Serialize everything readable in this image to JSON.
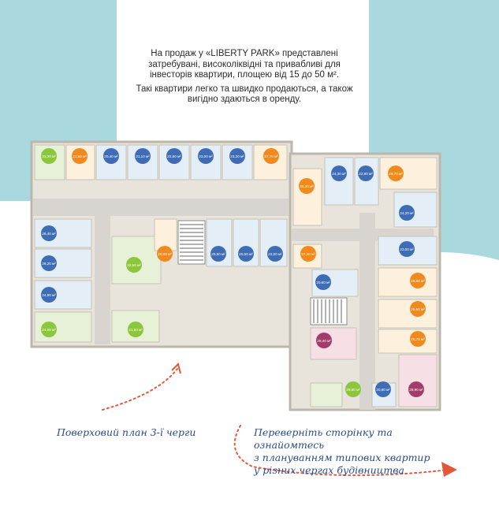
{
  "intro": {
    "line1": "На продаж у «LIBERTY PARK» представлені затребувані, високоліквідні та привабливі для інвесторів квартири, площею від 15 до 50 м².",
    "line2": "Такі квартири легко та швидко продаються, а також вигідно здаються в оренду."
  },
  "caption_left": "Поверховий план 3-ї черги",
  "caption_right": {
    "line1": "Переверніть сторінку та ознайомтесь",
    "line2": "з плануванням типових квартир",
    "line3": "у різних чергах будівництва"
  },
  "colors": {
    "band": "#a9d8de",
    "wall": "#cfc9bf",
    "corridor": "#d8d5d0",
    "green": "#8cc63e",
    "orange": "#f08a1e",
    "blue": "#3f6db5",
    "magenta": "#a23c6a"
  },
  "badges": [
    {
      "label": "33,30 м²",
      "color": "green"
    },
    {
      "label": "21,90 м²",
      "color": "orange"
    },
    {
      "label": "20,40 м²",
      "color": "blue"
    },
    {
      "label": "21,10 м²",
      "color": "blue"
    },
    {
      "label": "22,60 м²",
      "color": "blue"
    },
    {
      "label": "23,00 м²",
      "color": "blue"
    },
    {
      "label": "23,20 м²",
      "color": "blue"
    },
    {
      "label": "27,70 м²",
      "color": "orange"
    },
    {
      "label": "36,20 м²",
      "color": "orange"
    },
    {
      "label": "24,30 м²",
      "color": "blue"
    },
    {
      "label": "22,80 м²",
      "color": "blue"
    },
    {
      "label": "29,70 м²",
      "color": "orange"
    },
    {
      "label": "24,20 м²",
      "color": "blue"
    },
    {
      "label": "28,40 м²",
      "color": "blue"
    },
    {
      "label": "32,50 м²",
      "color": "green"
    },
    {
      "label": "28,00 м²",
      "color": "orange"
    },
    {
      "label": "20,50 м²",
      "color": "blue"
    },
    {
      "label": "20,50 м²",
      "color": "blue"
    },
    {
      "label": "22,00 м²",
      "color": "blue"
    },
    {
      "label": "37,30 м²",
      "color": "orange"
    },
    {
      "label": "23,00 м²",
      "color": "blue"
    },
    {
      "label": "28,20 м²",
      "color": "blue"
    },
    {
      "label": "29,50 м²",
      "color": "orange"
    },
    {
      "label": "20,60 м²",
      "color": "blue"
    },
    {
      "label": "24,90 м²",
      "color": "blue"
    },
    {
      "label": "25,50 м²",
      "color": "orange"
    },
    {
      "label": "24,50 м²",
      "color": "green"
    },
    {
      "label": "21,50 м²",
      "color": "green"
    },
    {
      "label": "20,70 м²",
      "color": "orange"
    },
    {
      "label": "29,40 м²",
      "color": "magenta"
    },
    {
      "label": "29,60 м²",
      "color": "green"
    },
    {
      "label": "20,80 м²",
      "color": "blue"
    },
    {
      "label": "28,90 м²",
      "color": "magenta"
    }
  ]
}
